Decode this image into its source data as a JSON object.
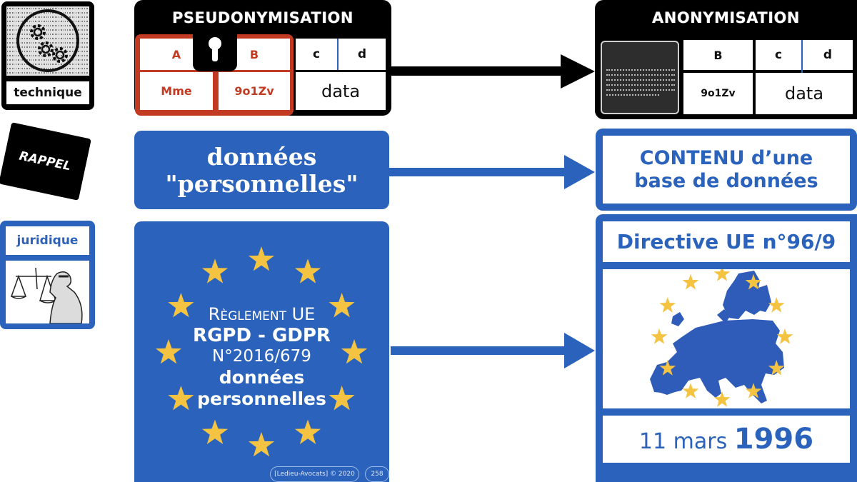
{
  "left_icons": {
    "technique": {
      "label": "technique",
      "icon": "gears-binary-icon"
    },
    "rappel": {
      "label": "RAPPEL"
    },
    "juridique": {
      "label": "juridique",
      "icon": "lady-justice-icon"
    }
  },
  "pseudonymisation": {
    "title": "PSEUDONYMISATION",
    "headers": [
      "A",
      "B",
      "c",
      "d"
    ],
    "row": [
      "Mme",
      "9o1Zv",
      "data"
    ],
    "lock_icon": "keyhole-lock-icon"
  },
  "anonymisation": {
    "title": "ANONYMISATION",
    "headers": [
      "B",
      "c",
      "d"
    ],
    "row": [
      "9o1Zv",
      "data"
    ],
    "redacted_icon": "redacted-block-icon"
  },
  "boxes": {
    "donnees_line1": "données",
    "donnees_line2": "\"personnelles\"",
    "contenu_line1": "CONTENU d’une",
    "contenu_line2": "base de données",
    "directive_title": "Directive UE n°96/9",
    "directive_date_prefix": "11 mars",
    "directive_date_year": "1996",
    "rgpd_line1": "Règlement UE",
    "rgpd_line2": "RGPD - GDPR",
    "rgpd_line3": "N°2016/679",
    "rgpd_line4": "données",
    "rgpd_line5": "personnelles"
  },
  "footer": {
    "copyright": "[Ledieu-Avocats] © 2020",
    "page_number": "258"
  },
  "colors": {
    "blue": "#2a62bc",
    "red": "#c33a22",
    "star": "#f4c342",
    "black": "#000000"
  }
}
